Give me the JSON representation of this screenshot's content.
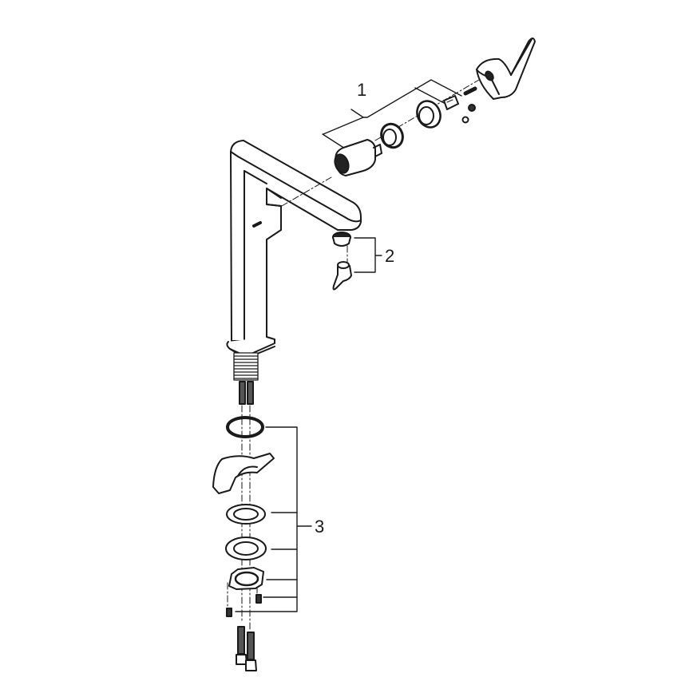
{
  "diagram": {
    "type": "exploded-parts-diagram",
    "subject": "single-lever basin mixer faucet (tall spout)",
    "background": "#ffffff",
    "line_color": "#1a1a1a",
    "callouts": [
      {
        "id": "1",
        "label": "1",
        "group": "cartridge-and-handle-set",
        "parts": [
          "cartridge",
          "threaded-bushing",
          "cover-ring",
          "handle-adapter",
          "set-screw",
          "small-screw",
          "cap"
        ]
      },
      {
        "id": "2",
        "label": "2",
        "group": "aerator-set",
        "parts": [
          "aerator-insert",
          "aerator-key"
        ]
      },
      {
        "id": "3",
        "label": "3",
        "group": "mounting-set",
        "parts": [
          "o-ring",
          "base-gasket",
          "washer-1",
          "washer-2",
          "mounting-plate",
          "screw-1",
          "screw-2"
        ]
      }
    ],
    "unlabeled_parts": [
      "faucet-body",
      "lever-handle",
      "threaded-shank",
      "flexible-hoses"
    ]
  }
}
